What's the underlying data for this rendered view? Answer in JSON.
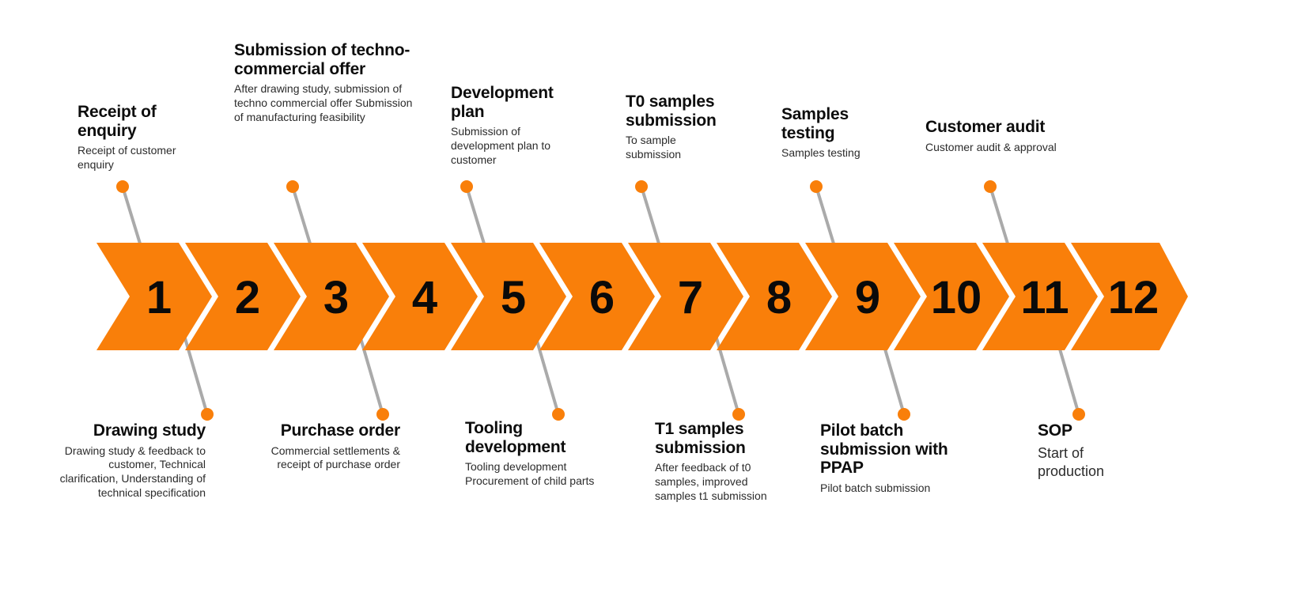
{
  "colors": {
    "chevron": "#F97F0A",
    "dot": "#F97F0A",
    "connector": "#AAAAAA",
    "title_text": "#0D0D0D",
    "desc_text": "#2B2B2B",
    "background": "#FFFFFF"
  },
  "diagram": {
    "type": "chevron-process-timeline",
    "step_count": 12
  },
  "steps": [
    {
      "number": "1",
      "title": "Receipt of enquiry",
      "description": "Receipt of customer enquiry",
      "position": "top",
      "align": "left"
    },
    {
      "number": "2",
      "title": "Drawing study",
      "description": "Drawing study & feedback to customer, Technical clarification, Understanding of technical specification",
      "position": "bottom",
      "align": "right"
    },
    {
      "number": "3",
      "title": "Submission of techno-commercial offer",
      "description": "After drawing study, submission of techno commercial offer Submission of manufacturing feasibility",
      "position": "top",
      "align": "left"
    },
    {
      "number": "4",
      "title": "Purchase order",
      "description": "Commercial settlements & receipt of purchase order",
      "position": "bottom",
      "align": "right"
    },
    {
      "number": "5",
      "title": "Development plan",
      "description": "Submission of development plan to customer",
      "position": "top",
      "align": "left"
    },
    {
      "number": "6",
      "title": "Tooling development",
      "description": "Tooling development Procurement of child parts",
      "position": "bottom",
      "align": "left"
    },
    {
      "number": "7",
      "title": "T0 samples submission",
      "description": "To sample submission",
      "position": "top",
      "align": "left"
    },
    {
      "number": "8",
      "title": "T1 samples submission",
      "description": "After feedback of t0 samples, improved samples t1 submission",
      "position": "bottom",
      "align": "left"
    },
    {
      "number": "9",
      "title": "Samples testing",
      "description": "Samples testing",
      "position": "top",
      "align": "left"
    },
    {
      "number": "10",
      "title": "Pilot batch submission with PPAP",
      "description": "Pilot batch submission",
      "position": "bottom",
      "align": "left"
    },
    {
      "number": "11",
      "title": "Customer audit",
      "description": "Customer audit & approval",
      "position": "top",
      "align": "left"
    },
    {
      "number": "12",
      "title": "SOP",
      "description": "Start of production",
      "position": "bottom",
      "align": "left"
    }
  ]
}
